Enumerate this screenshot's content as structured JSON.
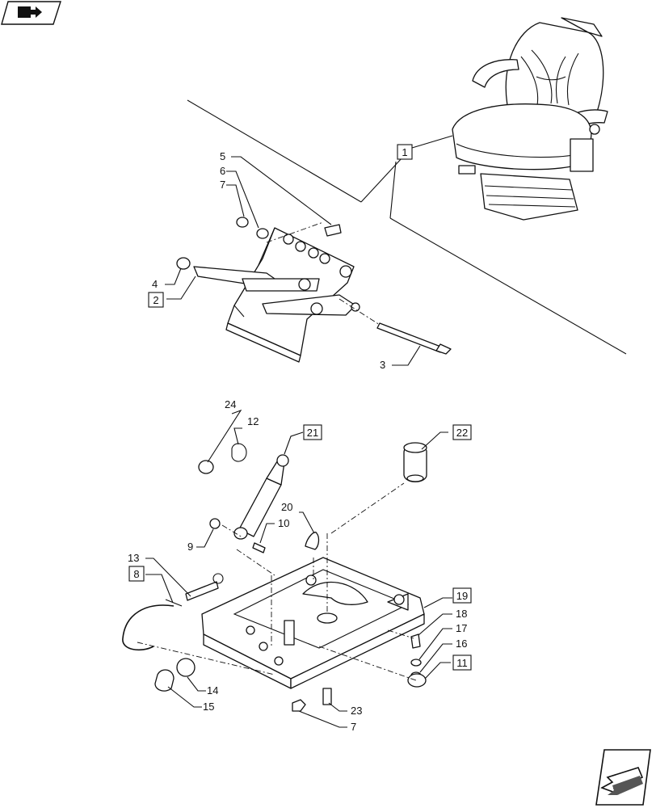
{
  "callouts": {
    "c1": "1",
    "c2": "2",
    "c3": "3",
    "c4": "4",
    "c5": "5",
    "c6": "6",
    "c7a": "7",
    "c7b": "7",
    "c8": "8",
    "c9": "9",
    "c10": "10",
    "c11": "11",
    "c12": "12",
    "c13": "13",
    "c14": "14",
    "c15": "15",
    "c16": "16",
    "c17": "17",
    "c18": "18",
    "c19": "19",
    "c20": "20",
    "c21": "21",
    "c22": "22",
    "c23": "23",
    "c24": "24"
  },
  "icons": {
    "top_nav": "book-arrow-icon",
    "bottom_nav": "next-arrow-icon"
  }
}
